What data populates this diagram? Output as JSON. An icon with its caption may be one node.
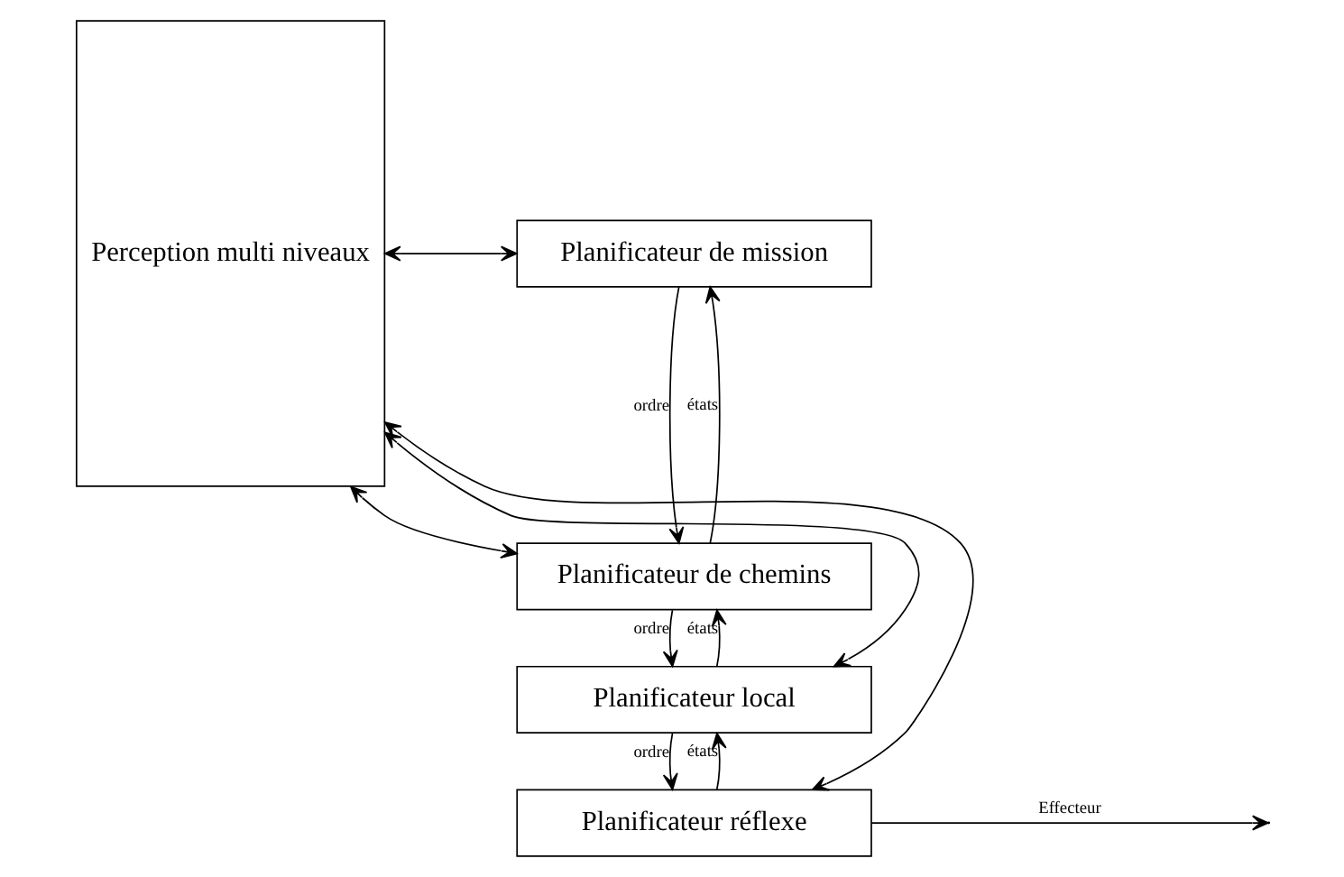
{
  "diagram": {
    "nodes": [
      {
        "text": [
          "Perception multi niveaux"
        ]
      },
      {
        "text": [
          "Planificateur de mission"
        ]
      },
      {
        "text": [
          "Planificateur de chemins"
        ]
      },
      {
        "text": [
          "Planificateur local"
        ]
      },
      {
        "text": [
          "Planificateur réflexe"
        ]
      }
    ],
    "edges": [
      {
        "from": 0,
        "to": 1,
        "arrow": "both"
      },
      {
        "from": 0,
        "to": 2,
        "arrow": "both"
      },
      {
        "from": 0,
        "to": 3,
        "arrow": "both"
      },
      {
        "from": 0,
        "to": 4,
        "arrow": "both"
      },
      {
        "from": 1,
        "to": 2,
        "arrow": "to",
        "label": "ordre"
      },
      {
        "from": 2,
        "to": 1,
        "arrow": "to",
        "label": "états"
      },
      {
        "from": 2,
        "to": 3,
        "arrow": "to",
        "label": "ordre"
      },
      {
        "from": 3,
        "to": 2,
        "arrow": "to",
        "label": "états"
      },
      {
        "from": 3,
        "to": 4,
        "arrow": "to",
        "label": "ordre"
      },
      {
        "from": 4,
        "to": 3,
        "arrow": "to",
        "label": "états"
      },
      {
        "from": 4,
        "to": null,
        "arrow": "to",
        "label": "Effecteur"
      }
    ]
  }
}
